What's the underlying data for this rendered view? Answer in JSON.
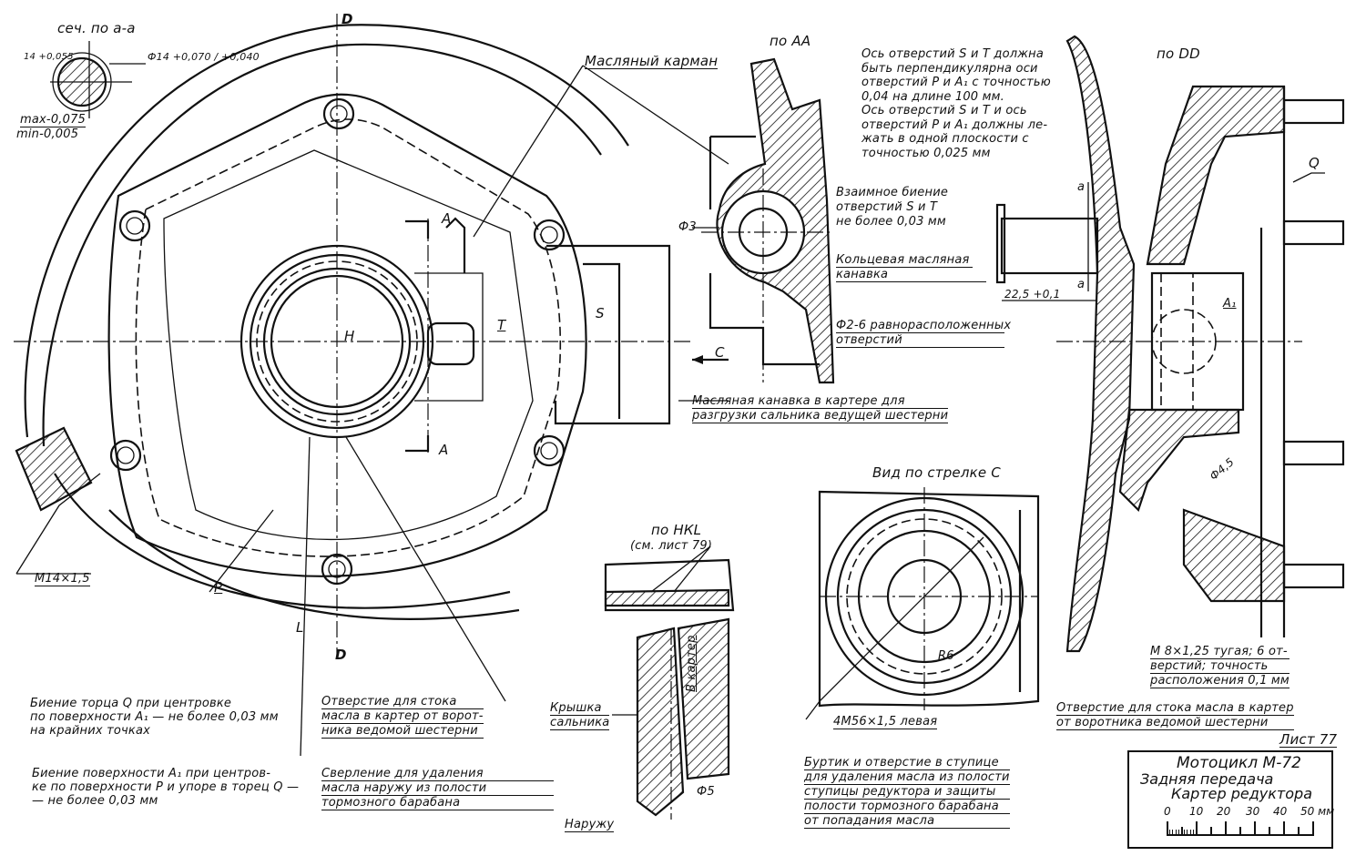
{
  "sheet": {
    "number_label": "Лист 77",
    "title_block": {
      "product": "Мотоцикл М-72",
      "assembly": "Задняя передача",
      "part": "Картер редуктора",
      "scale_ticks": [
        "0",
        "10",
        "20",
        "30",
        "40",
        "50 мм"
      ]
    }
  },
  "views": {
    "section_aa_small": {
      "title": "сеч. по а-а",
      "dim_left": "14 +0,055",
      "dim_diameter": "Ф14 +0,070 / +0,040",
      "tol_max": "max-0,075",
      "tol_min": "min-0,005"
    },
    "section_AA": {
      "title": "по АА",
      "dim": "Ф3"
    },
    "section_DD": {
      "title": "по DD",
      "label_Q": "Q",
      "label_A1": "А₁",
      "label_a_top": "а",
      "label_a_bottom": "а",
      "dim_45": "Ф4,5",
      "dim_225": "22,5 +0,1"
    },
    "view_C": {
      "title": "Вид по стрелке С",
      "dim_R6": "R6",
      "thread": "4М56×1,5 левая"
    },
    "section_HKL": {
      "title": "по НКL",
      "ref": "(см. лист 79)",
      "inner_label": "В картер",
      "dim_phi5": "Ф5"
    },
    "main_view": {
      "markers": {
        "D_top": "D",
        "D_bottom": "D",
        "H": "Н",
        "A_top": "А",
        "A_bottom": "А",
        "T": "Т",
        "S": "S",
        "C": "С",
        "P": "Р",
        "L": "L"
      },
      "thread_m14": "М14×1,5"
    }
  },
  "notes": {
    "axis_perpendicular": [
      "Ось отверстий S и Т должна",
      "быть перпендикулярна оси",
      "отверстий Р и А₁ с точностью",
      "0,04 на длине 100 мм.",
      "Ось отверстий S и Т и ось",
      "отверстий Р и А₁ должны ле-",
      "жать в одной плоскости с",
      "точностью 0,025 мм"
    ],
    "runout_st": [
      "Взаимное биение",
      "отверстий S и Т",
      "не более 0,03 мм"
    ],
    "ring_groove": [
      "Кольцевая масляная",
      "канавка"
    ],
    "holes_phi2": [
      "Ф2-6 равнорасположенных",
      "отверстий"
    ],
    "oil_pocket": [
      "Масляный карман"
    ],
    "oil_groove_casing": [
      "Масляная канавка в картере для",
      "разгрузки сальника ведущей шестерни"
    ],
    "runout_face_q": [
      "Биение торца Q при центровке",
      "по поверхности А₁ — не более 0,03 мм",
      "на крайних точках"
    ],
    "runout_surface_a1": [
      "Биение поверхности А₁ при центров-",
      "ке по поверхности Р и упоре в торец Q —",
      "— не более 0,03 мм"
    ],
    "drain_hole_main": [
      "Отверстие для стока",
      "масла в картер от ворот-",
      "ника ведомой шестерни"
    ],
    "drilling_drum": [
      "Сверление для удаления",
      "масла наружу из полости",
      "тормозного барабана"
    ],
    "seal_cover": [
      "Крышка",
      "сальника"
    ],
    "outside": [
      "Наружу"
    ],
    "collar_hole": [
      "Буртик и отверстие в ступице",
      "для удаления масла из полости",
      "ступицы редуктора и защиты",
      "полости тормозного барабана",
      "от попадания масла"
    ],
    "m8_thread": [
      "М 8×1,25 тугая; 6 от-",
      "верстий; точность",
      "расположения 0,1 мм"
    ],
    "drain_hole_right": [
      "Отверстие для стока масла в картер",
      "от воротника ведомой шестерни"
    ]
  }
}
